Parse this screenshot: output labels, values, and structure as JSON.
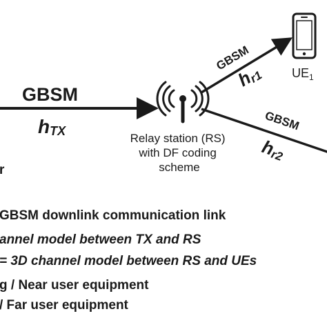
{
  "diagram": {
    "tx_link": {
      "label": "GBSM",
      "channel_symbol": "h",
      "channel_subscript": "TX"
    },
    "relay": {
      "caption_lines": [
        "Relay station (RS)",
        "with DF coding",
        "scheme"
      ],
      "icon": "antenna-tower-icon"
    },
    "link_ue1": {
      "label": "GBSM",
      "channel_symbol": "h",
      "channel_subscript": "r1"
    },
    "link_ue2": {
      "label": "GBSM",
      "channel_symbol": "h",
      "channel_subscript": "r2"
    },
    "ue1": {
      "label": "UE",
      "subscript": "1",
      "icon": "smartphone-icon"
    },
    "left_fragment": "r"
  },
  "legend": {
    "line1": "GBSM downlink communication link",
    "line2": "annel model between TX and RS",
    "line3": "= 3D channel model between RS and UEs",
    "line4": "g / Near user equipment",
    "line5": "/ Far user equipment"
  },
  "colors": {
    "ink": "#1a1a1a",
    "background": "#ffffff"
  }
}
